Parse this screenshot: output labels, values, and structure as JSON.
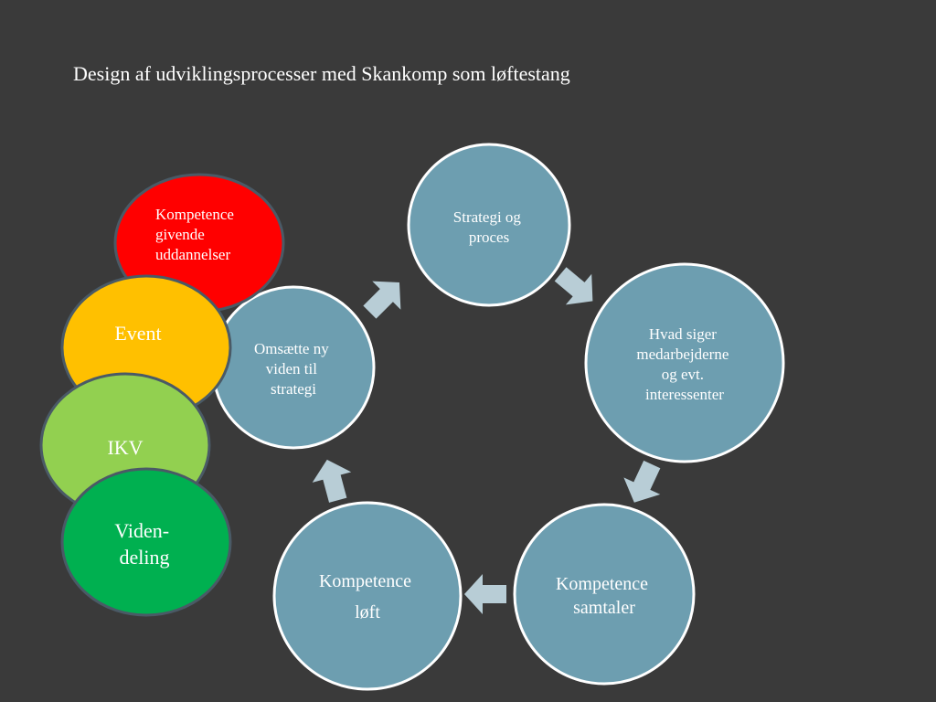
{
  "title": "Design af udviklingsprocesser med Skankomp som løftestang",
  "cycle": {
    "nodes": [
      {
        "id": "strategi",
        "lines": [
          "Strategi og",
          "proces"
        ]
      },
      {
        "id": "medarbejdere",
        "lines": [
          "Hvad siger",
          "medarbejderne",
          "og evt.",
          "interessenter"
        ]
      },
      {
        "id": "samtaler",
        "lines": [
          "Kompetence",
          "samtaler"
        ]
      },
      {
        "id": "loeft",
        "lines": [
          "Kompetence",
          "løft"
        ]
      },
      {
        "id": "omsaette",
        "lines": [
          "Omsætte ny",
          "viden til",
          "strategi"
        ]
      }
    ],
    "node_color": "#6d9eb0",
    "arrow_color": "#b8cdd6"
  },
  "stack": {
    "items": [
      {
        "id": "kompetencegivende",
        "lines": [
          "Kompetence",
          "givende",
          "uddannelser"
        ],
        "color": "#ff0000"
      },
      {
        "id": "event",
        "lines": [
          "Event"
        ],
        "color": "#ffc000"
      },
      {
        "id": "ikv",
        "lines": [
          "IKV"
        ],
        "color": "#92d050"
      },
      {
        "id": "videndeling",
        "lines": [
          "Viden-",
          "deling"
        ],
        "color": "#00b050"
      }
    ],
    "border_color": "#4a5a66"
  }
}
